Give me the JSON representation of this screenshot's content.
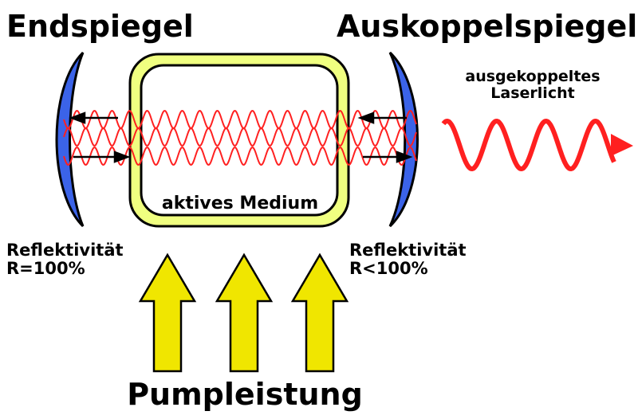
{
  "labels": {
    "end_mirror": "Endspiegel",
    "output_mirror": "Auskoppelspiegel",
    "output_light_line1": "ausgekoppeltes",
    "output_light_line2": "Laserlicht",
    "medium": "aktives Medium",
    "end_reflectivity_line1": "Reflektivität",
    "end_reflectivity_line2": "R=100%",
    "out_reflectivity_line1": "Reflektivität",
    "out_reflectivity_line2": "R<100%",
    "pump": "Pumpleistung"
  },
  "colors": {
    "mirror": "#3b63e8",
    "medium_fill": "#f0ff80",
    "wave": "#ff2020",
    "pump_arrow": "#f0e600",
    "outline": "#000000"
  }
}
